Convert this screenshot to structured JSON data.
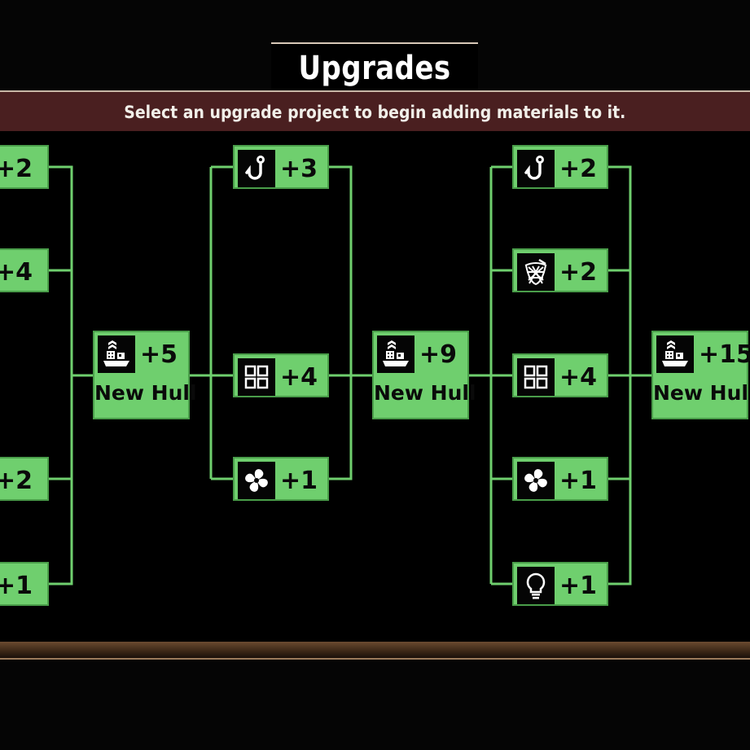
{
  "header": {
    "title": "Upgrades",
    "subtitle": "Select an upgrade project to begin adding materials to it."
  },
  "colors": {
    "node": "#6fcf6e",
    "line": "#6fcf6e",
    "banner": "#4a1f20"
  },
  "nodes": [
    {
      "id": "c1r1",
      "icon": "none",
      "value": "+2"
    },
    {
      "id": "c1r2",
      "icon": "none",
      "value": "+4"
    },
    {
      "id": "c1r3",
      "icon": "none",
      "value": "+2"
    },
    {
      "id": "c1r4",
      "icon": "none",
      "value": "+1"
    },
    {
      "id": "hull1",
      "icon": "ship-icon",
      "value": "+5",
      "label": "New Hull"
    },
    {
      "id": "c2r1",
      "icon": "hook-icon",
      "value": "+3"
    },
    {
      "id": "c2r2",
      "icon": "grid-icon",
      "value": "+4"
    },
    {
      "id": "c2r3",
      "icon": "propeller-icon",
      "value": "+1"
    },
    {
      "id": "hull2",
      "icon": "ship-icon",
      "value": "+9",
      "label": "New Hull"
    },
    {
      "id": "c3r1",
      "icon": "hook-icon",
      "value": "+2"
    },
    {
      "id": "c3r2",
      "icon": "net-icon",
      "value": "+2"
    },
    {
      "id": "c3r3",
      "icon": "grid-icon",
      "value": "+4"
    },
    {
      "id": "c3r4",
      "icon": "propeller-icon",
      "value": "+1"
    },
    {
      "id": "c3r5",
      "icon": "bulb-icon",
      "value": "+1"
    },
    {
      "id": "hull3",
      "icon": "ship-icon",
      "value": "+15",
      "label": "New Hull"
    }
  ]
}
